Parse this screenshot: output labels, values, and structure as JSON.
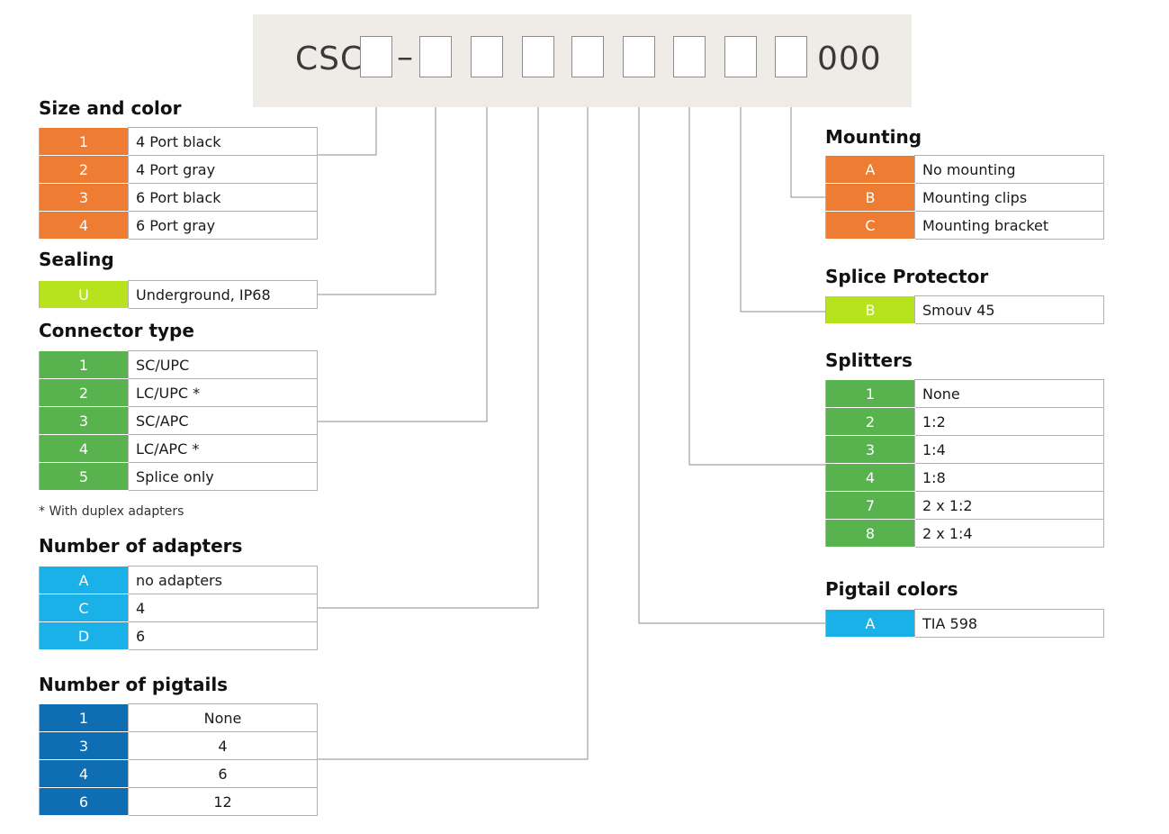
{
  "code": {
    "prefix": "CSC",
    "dash": "–",
    "suffix": "000"
  },
  "colors": {
    "orange": "#ee7d33",
    "lime": "#b7e31e",
    "green": "#58b34f",
    "light_blue": "#1ab0e8",
    "dark_blue": "#0f6db3",
    "wire": "#8c8c8c",
    "bar_bg": "#efebe7"
  },
  "sections": {
    "size": {
      "title": "Size and color",
      "color": "orange",
      "rows": [
        {
          "code": "1",
          "label": "4 Port black"
        },
        {
          "code": "2",
          "label": "4 Port gray"
        },
        {
          "code": "3",
          "label": "6 Port black"
        },
        {
          "code": "4",
          "label": "6 Port gray"
        }
      ]
    },
    "sealing": {
      "title": "Sealing",
      "color": "lime",
      "rows": [
        {
          "code": "U",
          "label": "Underground, IP68"
        }
      ]
    },
    "connector": {
      "title": "Connector type",
      "color": "green",
      "rows": [
        {
          "code": "1",
          "label": "SC/UPC"
        },
        {
          "code": "2",
          "label": "LC/UPC  *"
        },
        {
          "code": "3",
          "label": "SC/APC"
        },
        {
          "code": "4",
          "label": "LC/APC  *"
        },
        {
          "code": "5",
          "label": "Splice only"
        }
      ],
      "footnote": "* With duplex adapters"
    },
    "adapters": {
      "title": "Number of adapters",
      "color": "light_blue",
      "rows": [
        {
          "code": "A",
          "label": "no adapters"
        },
        {
          "code": "C",
          "label": "4"
        },
        {
          "code": "D",
          "label": "6"
        }
      ]
    },
    "pigtails": {
      "title": "Number of pigtails",
      "color": "dark_blue",
      "rows": [
        {
          "code": "1",
          "label": "None"
        },
        {
          "code": "3",
          "label": "4"
        },
        {
          "code": "4",
          "label": "6"
        },
        {
          "code": "6",
          "label": "12"
        }
      ]
    },
    "mounting": {
      "title": "Mounting",
      "color": "orange",
      "rows": [
        {
          "code": "A",
          "label": "No mounting"
        },
        {
          "code": "B",
          "label": "Mounting clips"
        },
        {
          "code": "C",
          "label": "Mounting bracket"
        }
      ]
    },
    "splice": {
      "title": "Splice Protector",
      "color": "lime",
      "rows": [
        {
          "code": "B",
          "label": "Smouv 45"
        }
      ]
    },
    "splitters": {
      "title": "Splitters",
      "color": "green",
      "rows": [
        {
          "code": "1",
          "label": "None"
        },
        {
          "code": "2",
          "label": "1:2"
        },
        {
          "code": "3",
          "label": "1:4"
        },
        {
          "code": "4",
          "label": "1:8"
        },
        {
          "code": "7",
          "label": "2 x 1:2"
        },
        {
          "code": "8",
          "label": "2 x 1:4"
        }
      ]
    },
    "pigtail_colors": {
      "title": "Pigtail colors",
      "color": "light_blue",
      "rows": [
        {
          "code": "A",
          "label": "TIA 598"
        }
      ]
    }
  }
}
